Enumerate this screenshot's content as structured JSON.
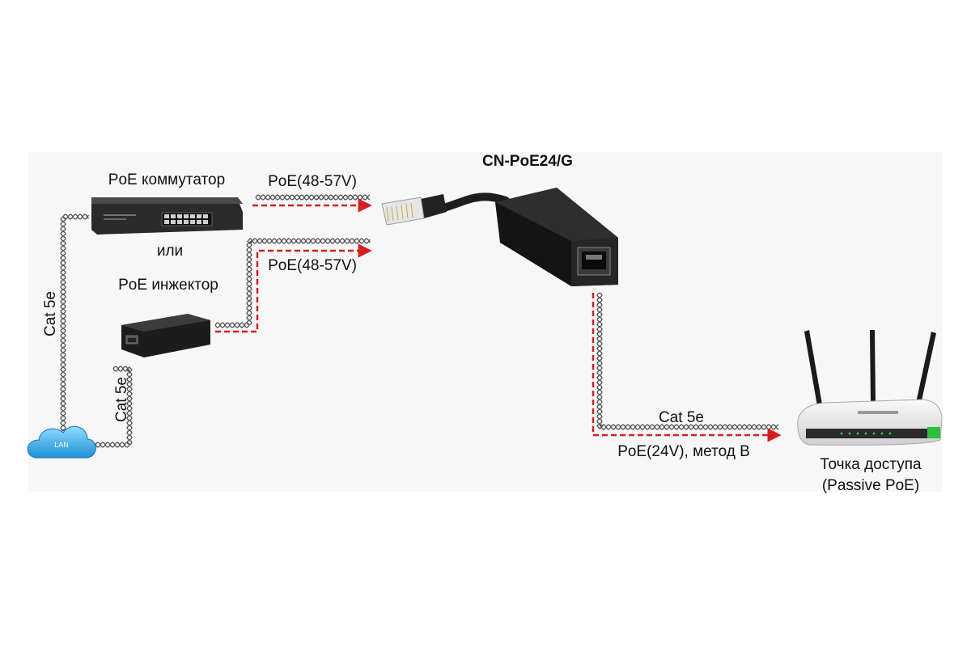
{
  "title": "CN-PoE24/G",
  "devices": {
    "switch_label": "PoE коммутатор",
    "or_label": "или",
    "injector_label": "PoE инжектор",
    "lan_label": "LAN",
    "ap_label_line1": "Точка доступа",
    "ap_label_line2": "(Passive PoE)"
  },
  "cables": {
    "switch_poe": "PoE(48-57V)",
    "injector_poe": "PoE(48-57V)",
    "left_cat": "Cat 5e",
    "lan_cat": "Cat 5e",
    "out_cat": "Cat 5e",
    "out_poe": "PoE(24V), метод B"
  },
  "colors": {
    "poe_dash": "#d42020",
    "cable": "#555555",
    "device_dark": "#1b1b1b"
  }
}
